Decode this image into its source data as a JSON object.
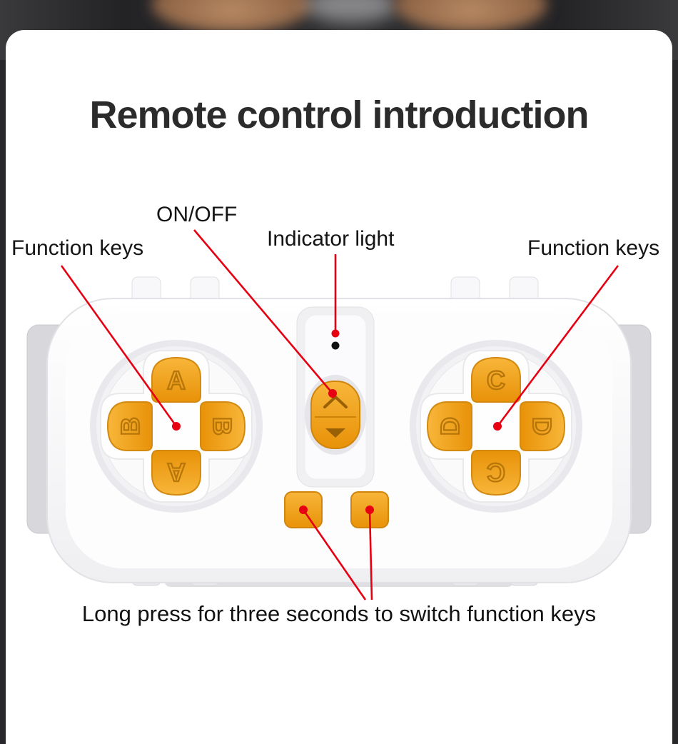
{
  "page": {
    "title": "Remote control introduction",
    "note": "Long press for three seconds to switch function keys"
  },
  "labels": {
    "on_off": "ON/OFF",
    "indicator_light": "Indicator light",
    "function_keys_left": "Function keys",
    "function_keys_right": "Function keys"
  },
  "remote": {
    "left_dpad": {
      "top": "A",
      "left": "B",
      "right": "B",
      "bottom": "A"
    },
    "right_dpad": {
      "top": "C",
      "left": "D",
      "right": "D",
      "bottom": "C"
    }
  },
  "colors": {
    "annotation_red": "#e60012",
    "button_orange": "#f2a21d",
    "button_orange_dark": "#b5750a",
    "remote_body": "#ffffff",
    "title_text": "#2b2b2b",
    "indicator_dot": "#111111"
  }
}
